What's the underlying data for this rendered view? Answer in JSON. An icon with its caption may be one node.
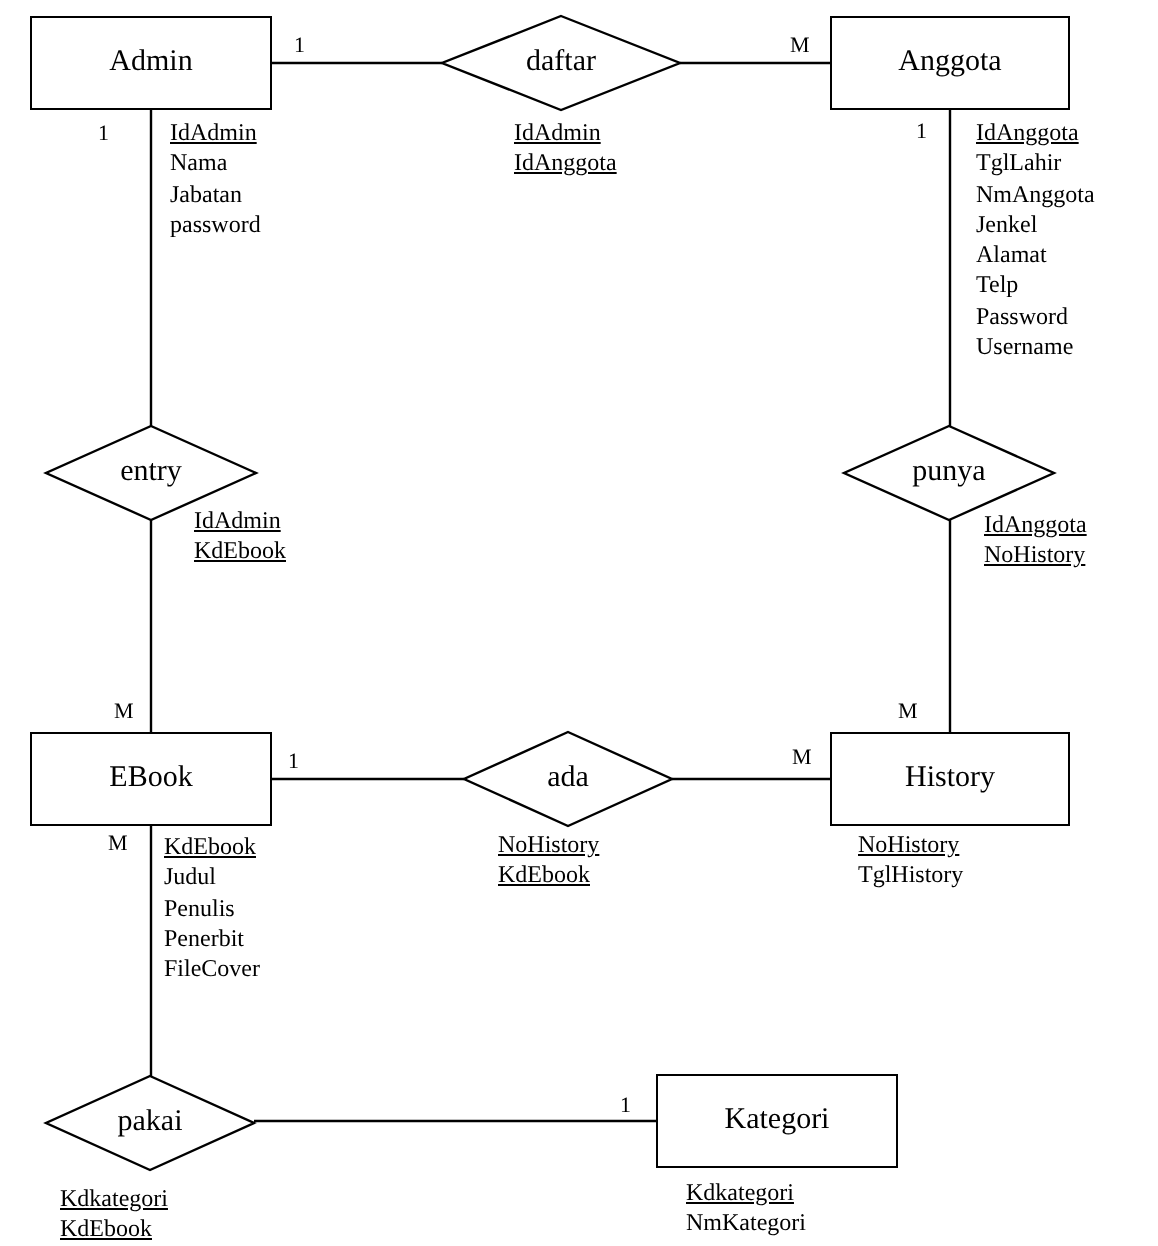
{
  "diagram": {
    "nodes": [
      {
        "text": [
          "Admin"
        ],
        "beside": [
          "IdAdmin",
          "Nama",
          "Jabatan",
          "password"
        ]
      },
      {
        "text": [
          "daftar"
        ],
        "beside": [
          "IdAdmin",
          "IdAnggota"
        ]
      },
      {
        "text": [
          "Anggota"
        ],
        "beside": [
          "IdAnggota",
          "TglLahir",
          "NmAnggota",
          "Jenkel",
          "Alamat",
          "Telp",
          "Password",
          "Username"
        ]
      },
      {
        "text": [
          "entry"
        ],
        "beside": [
          "IdAdmin",
          "KdEbook"
        ]
      },
      {
        "text": [
          "punya"
        ],
        "beside": [
          "IdAnggota",
          "NoHistory"
        ]
      },
      {
        "text": [
          "EBook"
        ],
        "beside": [
          "KdEbook",
          "Judul",
          "Penulis",
          "Penerbit",
          "FileCover"
        ]
      },
      {
        "text": [
          "ada"
        ],
        "beside": [
          "NoHistory",
          "KdEbook"
        ]
      },
      {
        "text": [
          "History"
        ],
        "beside": [
          "NoHistory",
          "TglHistory"
        ]
      },
      {
        "text": [
          "pakai"
        ],
        "beside": [
          "Kdkategori",
          "KdEbook"
        ]
      },
      {
        "text": [
          "Kategori"
        ],
        "beside": [
          "Kdkategori",
          "NmKategori"
        ]
      }
    ],
    "edges": [
      {
        "from": 0,
        "to": 1,
        "arrow": "none",
        "label": "1"
      },
      {
        "from": 2,
        "to": 1,
        "arrow": "none",
        "label": "M"
      },
      {
        "from": 0,
        "to": 3,
        "arrow": "none",
        "label": "1"
      },
      {
        "from": 5,
        "to": 3,
        "arrow": "none",
        "label": "M"
      },
      {
        "from": 2,
        "to": 4,
        "arrow": "none",
        "label": "1"
      },
      {
        "from": 7,
        "to": 4,
        "arrow": "none",
        "label": "M"
      },
      {
        "from": 5,
        "to": 6,
        "arrow": "none",
        "label": "1"
      },
      {
        "from": 7,
        "to": 6,
        "arrow": "none",
        "label": "M"
      },
      {
        "from": 5,
        "to": 8,
        "arrow": "none",
        "label": "M"
      },
      {
        "from": 9,
        "to": 8,
        "arrow": "none",
        "label": "1"
      }
    ]
  }
}
